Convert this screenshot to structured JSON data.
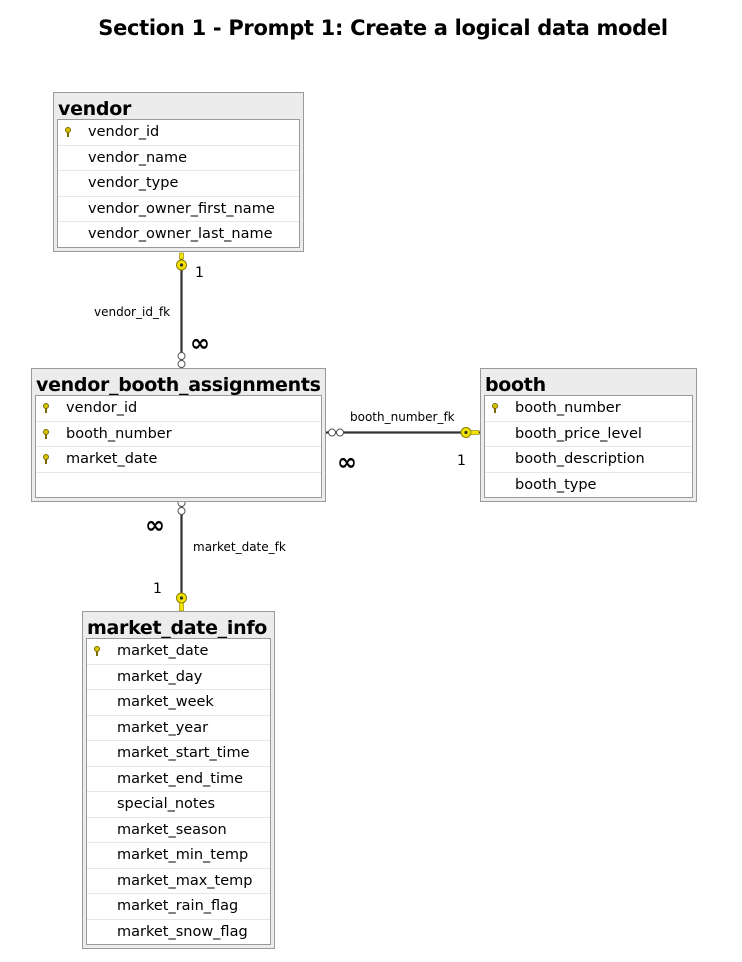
{
  "title": "Section 1 - Prompt 1: Create a logical data model",
  "entities": {
    "vendor": {
      "name": "vendor",
      "fields": [
        "vendor_id",
        "vendor_name",
        "vendor_type",
        "vendor_owner_first_name",
        "vendor_owner_last_name"
      ],
      "primary_keys": [
        "vendor_id"
      ]
    },
    "vendor_booth_assignments": {
      "name": "vendor_booth_assignments",
      "fields": [
        "vendor_id",
        "booth_number",
        "market_date"
      ],
      "primary_keys": [
        "vendor_id",
        "booth_number",
        "market_date"
      ]
    },
    "booth": {
      "name": "booth",
      "fields": [
        "booth_number",
        "booth_price_level",
        "booth_description",
        "booth_type"
      ],
      "primary_keys": [
        "booth_number"
      ]
    },
    "market_date_info": {
      "name": "market_date_info",
      "fields": [
        "market_date",
        "market_day",
        "market_week",
        "market_year",
        "market_start_time",
        "market_end_time",
        "special_notes",
        "market_season",
        "market_min_temp",
        "market_max_temp",
        "market_rain_flag",
        "market_snow_flag"
      ],
      "primary_keys": [
        "market_date"
      ]
    }
  },
  "relationships": {
    "vendor_id_fk": {
      "name": "vendor_id_fk",
      "one": "1",
      "many": "∞",
      "from": "vendor",
      "to": "vendor_booth_assignments"
    },
    "booth_number_fk": {
      "name": "booth_number_fk",
      "one": "1",
      "many": "∞",
      "from": "booth",
      "to": "vendor_booth_assignments"
    },
    "market_date_fk": {
      "name": "market_date_fk",
      "one": "1",
      "many": "∞",
      "from": "market_date_info",
      "to": "vendor_booth_assignments"
    }
  },
  "colors": {
    "key_yellow": "#f2e400",
    "connector": "#7f7f7f",
    "entity_header": "#ececec",
    "entity_border": "#9a9a9a"
  }
}
